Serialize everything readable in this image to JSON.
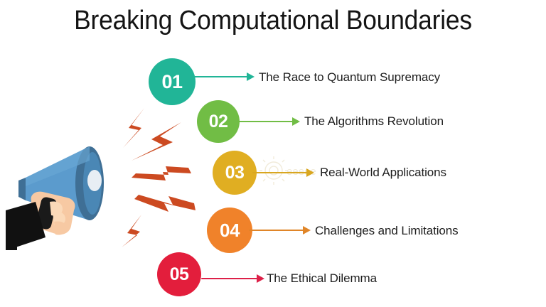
{
  "slide": {
    "title": "Breaking Computational Boundaries",
    "background_color": "#ffffff",
    "text_color": "#1d1d1d"
  },
  "illustration": {
    "megaphone_icon": "megaphone-icon",
    "hand_icon": "hand-icon",
    "sleeve_color": "#111111",
    "skin_color": "#f7c9a3",
    "megaphone_body_color": "#4a90c4",
    "megaphone_shade_color": "#3c6e96",
    "bolt_icon": "lightning-bolt-icon",
    "bolt_color": "#cc4a21"
  },
  "watermark": {
    "icon": "gear-watermark-icon",
    "color": "#c9a227"
  },
  "rows": [
    {
      "number": "01",
      "label": "The Race to Quantum Supremacy",
      "color": "#21b597"
    },
    {
      "number": "02",
      "label": "The Algorithms Revolution",
      "color": "#71bd45"
    },
    {
      "number": "03",
      "label": "Real-World Applications",
      "color": "#e0ae22"
    },
    {
      "number": "04",
      "label": "Challenges and Limitations",
      "color": "#f0822a"
    },
    {
      "number": "05",
      "label": "The Ethical Dilemma",
      "color": "#e31e3c"
    }
  ]
}
